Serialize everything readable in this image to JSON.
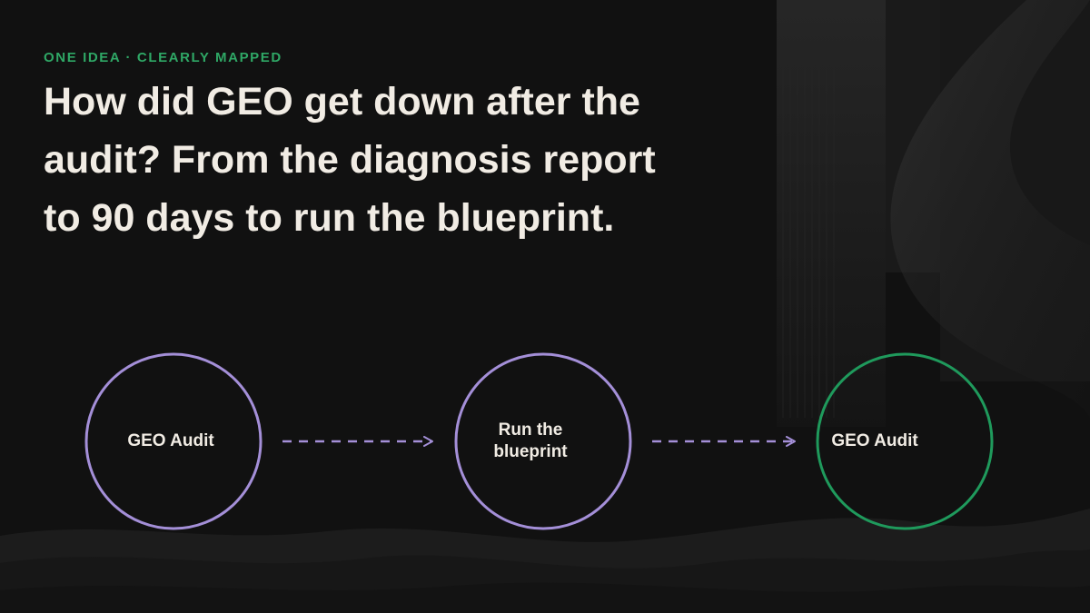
{
  "eyebrow": "ONE IDEA · CLEARLY MAPPED",
  "headline": "How did GEO get down after the audit? From the diagnosis report to 90 days to run the blueprint.",
  "nodes": [
    {
      "label": "GEO Audit"
    },
    {
      "label": "Run the blueprint"
    },
    {
      "label": "GEO Audit"
    }
  ],
  "colors": {
    "accent_green": "#2fa866",
    "node_purple": "#a48fd8",
    "node_green": "#1f9a5c",
    "text": "#f1ece4",
    "background": "#111111"
  }
}
